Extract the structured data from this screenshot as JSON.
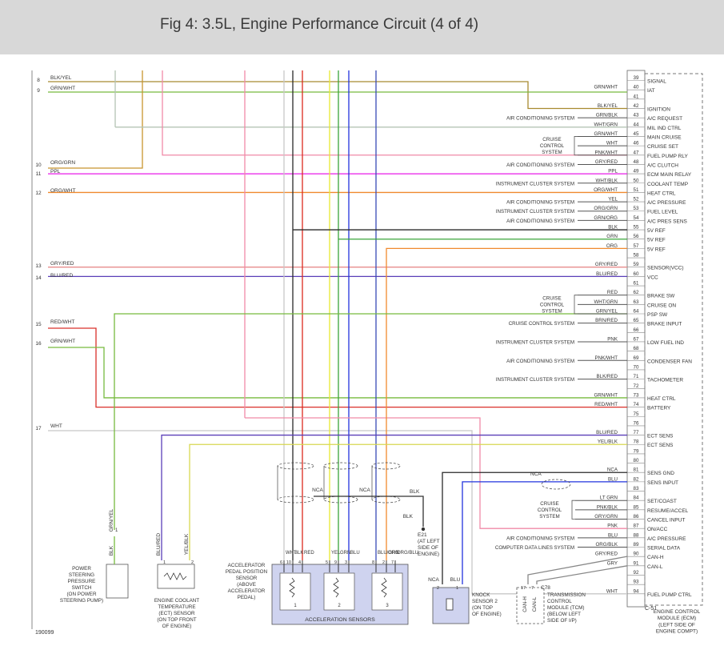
{
  "title": "Fig 4: 3.5L, Engine Performance Circuit (4 of 4)",
  "figure_code": "190099",
  "connector_id": "C-51",
  "colors": {
    "BLK/YEL": "#a88a30",
    "GRN/WHT": "#77bb3f",
    "ORG/GRN": "#c8952e",
    "PPL": "#e81be8",
    "ORG/WHT": "#f08a2e",
    "GRY/RED": "#e88d8d",
    "BLU/RED": "#5a3fb8",
    "RED/WHT": "#d9302a",
    "WHT": "#c8c8c8",
    "BLK": "#2a2a2a",
    "GRN": "#3aa53a",
    "ORG": "#f08a2e",
    "RED": "#dc2a1e",
    "YEL": "#e8e830",
    "BLU": "#2233dd",
    "PINK": "#f08aa8",
    "GREY": "#b4c4b4",
    "NAVY": "#384ab5",
    "YEL/BLK": "#d8d850"
  },
  "left_pins": [
    {
      "num": "8",
      "wire": "BLK/YEL"
    },
    {
      "num": "9",
      "wire": "GRN/WHT"
    },
    {
      "num": "10",
      "wire": "ORG/GRN"
    },
    {
      "num": "11",
      "wire": "PPL"
    },
    {
      "num": "12",
      "wire": "ORG/WHT"
    },
    {
      "num": "13",
      "wire": "GRY/RED"
    },
    {
      "num": "14",
      "wire": "BLU/RED"
    },
    {
      "num": "15",
      "wire": "RED/WHT"
    },
    {
      "num": "16",
      "wire": "GRN/WHT"
    },
    {
      "num": "17",
      "wire": "WHT"
    }
  ],
  "ecm_pins": [
    {
      "num": "39",
      "wire": "",
      "dest": "",
      "label": "SIGNAL"
    },
    {
      "num": "40",
      "wire": "GRN/WHT",
      "dest": "",
      "label": "IAT"
    },
    {
      "num": "41",
      "wire": "",
      "dest": "",
      "label": ""
    },
    {
      "num": "42",
      "wire": "BLK/YEL",
      "dest": "",
      "label": "IGNITION"
    },
    {
      "num": "43",
      "wire": "GRN/BLK",
      "dest": "AIR CONDITIONING SYSTEM",
      "label": "A/C REQUEST"
    },
    {
      "num": "44",
      "wire": "WHT/GRN",
      "dest": "",
      "label": "MIL IND CTRL"
    },
    {
      "num": "45",
      "wire": "GRN/WHT",
      "dest": "",
      "label": "MAIN CRUISE"
    },
    {
      "num": "46",
      "wire": "WHT",
      "dest": "",
      "label": "CRUISE SET"
    },
    {
      "num": "47",
      "wire": "PNK/WHT",
      "dest": "",
      "label": "FUEL PUMP RLY"
    },
    {
      "num": "48",
      "wire": "GRY/RED",
      "dest": "AIR CONDITIONING SYSTEM",
      "label": "A/C CLUTCH"
    },
    {
      "num": "49",
      "wire": "PPL",
      "dest": "",
      "label": "ECM MAIN RELAY"
    },
    {
      "num": "50",
      "wire": "WHT/BLK",
      "dest": "INSTRUMENT CLUSTER SYSTEM",
      "label": "COOLANT TEMP"
    },
    {
      "num": "51",
      "wire": "ORG/WHT",
      "dest": "",
      "label": "HEAT CTRL"
    },
    {
      "num": "52",
      "wire": "YEL",
      "dest": "AIR CONDITIONING SYSTEM",
      "label": "A/C PRESSURE"
    },
    {
      "num": "53",
      "wire": "ORG/GRN",
      "dest": "INSTRUMENT CLUSTER SYSTEM",
      "label": "FUEL LEVEL"
    },
    {
      "num": "54",
      "wire": "GRN/ORG",
      "dest": "AIR CONDITIONING SYSTEM",
      "label": "A/C PRES SENS"
    },
    {
      "num": "55",
      "wire": "BLK",
      "dest": "",
      "label": "5V REF"
    },
    {
      "num": "56",
      "wire": "GRN",
      "dest": "",
      "label": "5V REF"
    },
    {
      "num": "57",
      "wire": "ORG",
      "dest": "",
      "label": "5V REF"
    },
    {
      "num": "58",
      "wire": "",
      "dest": "",
      "label": ""
    },
    {
      "num": "59",
      "wire": "GRY/RED",
      "dest": "",
      "label": "SENSOR(VCC)"
    },
    {
      "num": "60",
      "wire": "BLU/RED",
      "dest": "",
      "label": "VCC"
    },
    {
      "num": "61",
      "wire": "",
      "dest": "",
      "label": ""
    },
    {
      "num": "62",
      "wire": "RED",
      "dest": "",
      "label": "BRAKE SW"
    },
    {
      "num": "63",
      "wire": "WHT/GRN",
      "dest": "",
      "label": "CRUISE ON"
    },
    {
      "num": "64",
      "wire": "GRN/YEL",
      "dest": "",
      "label": "PSP SW"
    },
    {
      "num": "65",
      "wire": "BRN/RED",
      "dest": "CRUISE CONTROL SYSTEM",
      "label": "BRAKE INPUT"
    },
    {
      "num": "66",
      "wire": "",
      "dest": "",
      "label": ""
    },
    {
      "num": "67",
      "wire": "PNK",
      "dest": "INSTRUMENT CLUSTER SYSTEM",
      "label": "LOW FUEL IND"
    },
    {
      "num": "68",
      "wire": "",
      "dest": "",
      "label": ""
    },
    {
      "num": "69",
      "wire": "PNK/WHT",
      "dest": "AIR CONDITIONING SYSTEM",
      "label": "CONDENSER FAN"
    },
    {
      "num": "70",
      "wire": "",
      "dest": "",
      "label": ""
    },
    {
      "num": "71",
      "wire": "BLK/RED",
      "dest": "INSTRUMENT CLUSTER SYSTEM",
      "label": "TACHOMETER"
    },
    {
      "num": "72",
      "wire": "",
      "dest": "",
      "label": ""
    },
    {
      "num": "73",
      "wire": "GRN/WHT",
      "dest": "",
      "label": "HEAT CTRL"
    },
    {
      "num": "74",
      "wire": "RED/WHT",
      "dest": "",
      "label": "BATTERY"
    },
    {
      "num": "75",
      "wire": "",
      "dest": "",
      "label": ""
    },
    {
      "num": "76",
      "wire": "",
      "dest": "",
      "label": ""
    },
    {
      "num": "77",
      "wire": "BLU/RED",
      "dest": "",
      "label": "ECT SENS"
    },
    {
      "num": "78",
      "wire": "YEL/BLK",
      "dest": "",
      "label": "ECT SENS"
    },
    {
      "num": "79",
      "wire": "",
      "dest": "",
      "label": ""
    },
    {
      "num": "80",
      "wire": "",
      "dest": "",
      "label": ""
    },
    {
      "num": "81",
      "wire": "NCA",
      "dest": "",
      "label": "SENS GND"
    },
    {
      "num": "82",
      "wire": "BLU",
      "dest": "",
      "label": "SENS INPUT"
    },
    {
      "num": "83",
      "wire": "",
      "dest": "",
      "label": ""
    },
    {
      "num": "84",
      "wire": "LT GRN",
      "dest": "",
      "label": "SET/COAST"
    },
    {
      "num": "85",
      "wire": "PNK/BLK",
      "dest": "",
      "label": "RESUME/ACCEL"
    },
    {
      "num": "86",
      "wire": "GRY/GRN",
      "dest": "",
      "label": "CANCEL INPUT"
    },
    {
      "num": "87",
      "wire": "PNK",
      "dest": "",
      "label": "ON/ACC"
    },
    {
      "num": "88",
      "wire": "BLU",
      "dest": "AIR CONDITIONING SYSTEM",
      "label": "A/C PRESSURE"
    },
    {
      "num": "89",
      "wire": "ORG/BLK",
      "dest": "COMPUTER DATA LINES SYSTEM",
      "label": "SERIAL DATA"
    },
    {
      "num": "90",
      "wire": "GRY/RED",
      "dest": "",
      "label": "CAN-H"
    },
    {
      "num": "91",
      "wire": "GRY",
      "dest": "",
      "label": "CAN-L"
    },
    {
      "num": "92",
      "wire": "",
      "dest": "",
      "label": ""
    },
    {
      "num": "93",
      "wire": "",
      "dest": "",
      "label": ""
    },
    {
      "num": "94",
      "wire": "WHT",
      "dest": "",
      "label": "FUEL PUMP CTRL"
    }
  ],
  "cruise_groups": [
    {
      "lines": [
        "CRUISE",
        "CONTROL",
        "SYSTEM"
      ]
    },
    {
      "lines": [
        "CRUISE",
        "CONTROL",
        "SYSTEM"
      ]
    },
    {
      "lines": [
        "CRUISE",
        "CONTROL",
        "SYSTEM"
      ]
    }
  ],
  "ecm_module": {
    "lines": [
      "ENGINE CONTROL",
      "MODULE (ECM)",
      "(LEFT SIDE OF",
      "ENGINE COMPT)"
    ]
  },
  "aps_wires": [
    {
      "pin": "6",
      "wire": "WHT"
    },
    {
      "pin": "10",
      "wire": "BLK"
    },
    {
      "pin": "4",
      "wire": "RED"
    },
    {
      "pin": "5",
      "wire": "YEL"
    },
    {
      "pin": "9",
      "wire": "GRN"
    },
    {
      "pin": "3",
      "wire": "BLU"
    },
    {
      "pin": "8",
      "wire": "BLU/GRN"
    },
    {
      "pin": "2",
      "wire": "ORG"
    },
    {
      "pin": "7",
      "wire": "ORG/BLU"
    }
  ],
  "shield": {
    "nca": [
      "NCA",
      "NCA"
    ],
    "blk": "BLK",
    "ground_wire": "BLK",
    "ground_id": "E21",
    "ground_note": [
      "(AT LEFT",
      "SIDE OF",
      "ENGINE)"
    ]
  },
  "aps_sensor": {
    "lines": [
      "ACCELERATOR",
      "PEDAL POSITION",
      "SENSOR",
      "(ABOVE",
      "ACCELERATOR",
      "PEDAL)"
    ],
    "box_label": "ACCELERATION SENSORS",
    "numbers": [
      "1",
      "2",
      "3"
    ]
  },
  "psp_switch": {
    "pin": "1",
    "wire_vertical": "GRN/YEL",
    "wire_bottom": "BLK",
    "lines": [
      "POWER",
      "STEERING",
      "PRESSURE",
      "SWITCH",
      "(ON POWER",
      "STEERING PUMP)"
    ]
  },
  "ect_sensor": {
    "pins": [
      "1",
      "2"
    ],
    "wires": [
      "BLU/RED",
      "YEL/BLK"
    ],
    "lines": [
      "ENGINE COOLANT",
      "TEMPERATURE",
      "(ECT) SENSOR",
      "(ON TOP FRONT",
      "OF ENGINE)"
    ]
  },
  "knock_sensor": {
    "pins": [
      "2",
      "1"
    ],
    "wires": [
      "NCA",
      "BLU"
    ],
    "nca_top": "NCA",
    "lines": [
      "KNOCK",
      "SENSOR 2",
      "(ON TOP",
      "OF ENGINE)"
    ]
  },
  "tcm": {
    "connector": "C78",
    "pins": [
      "17",
      "7"
    ],
    "can": [
      "CAN-H",
      "CAN-L"
    ],
    "lines": [
      "TRANSMISSION",
      "CONTROL",
      "MODULE (TCM)",
      "(BELOW LEFT",
      "SIDE OF I/P)"
    ]
  }
}
